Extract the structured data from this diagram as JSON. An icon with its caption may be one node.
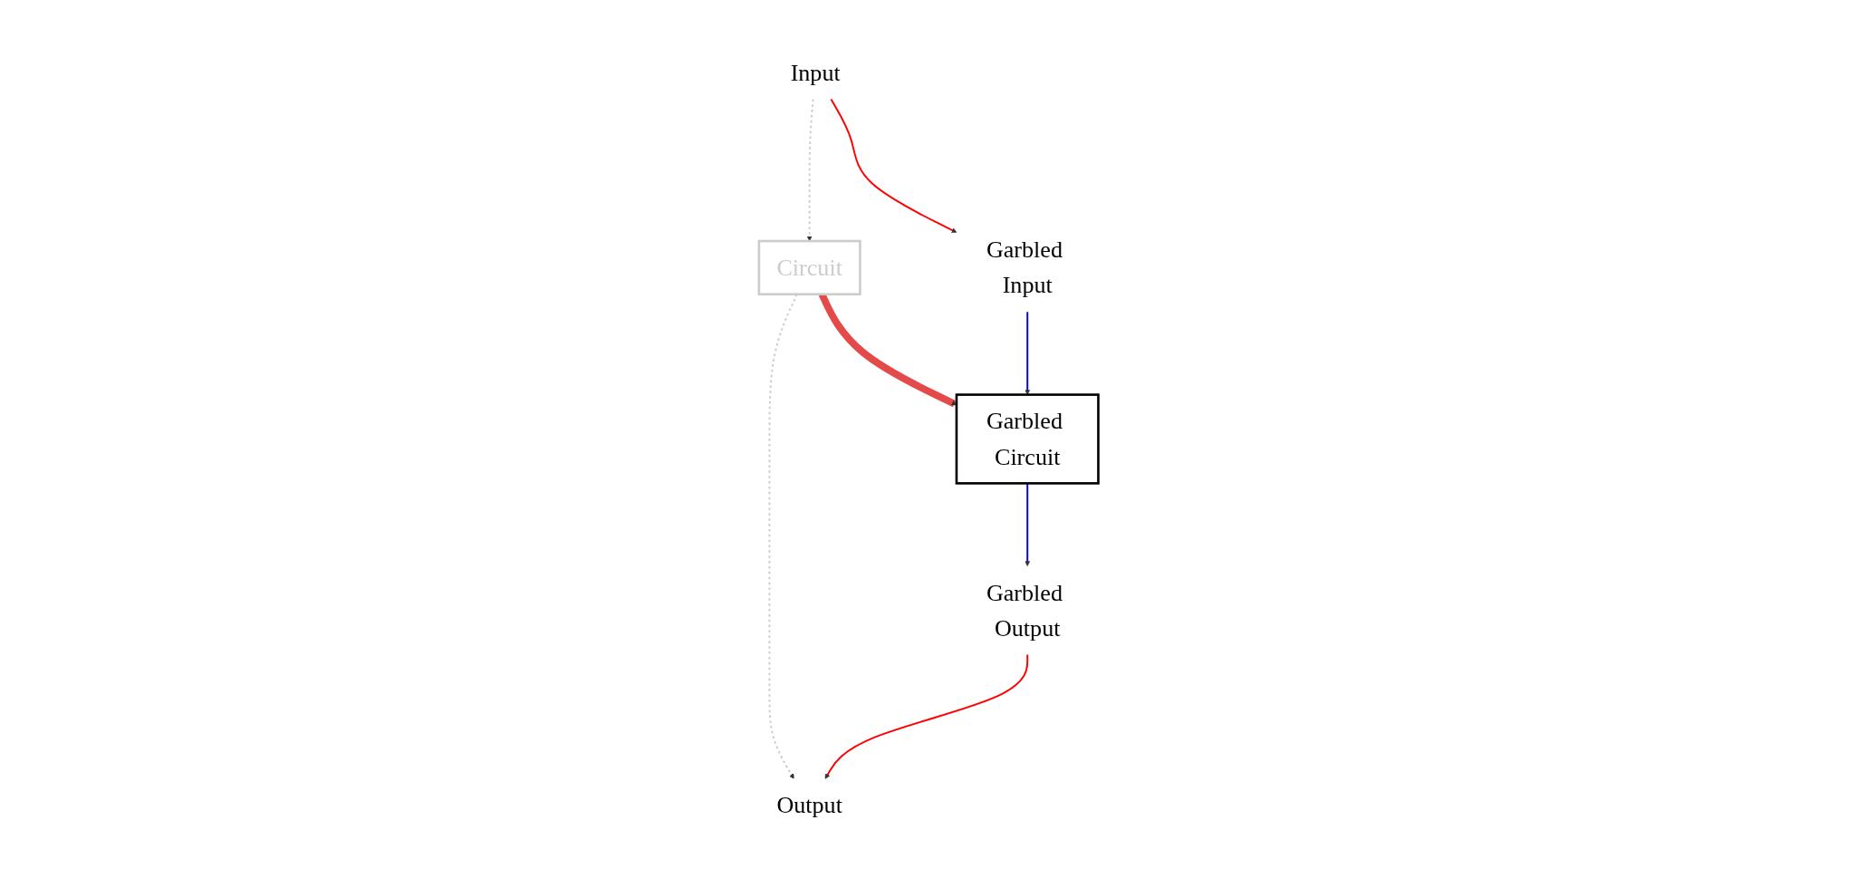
{
  "diagram": {
    "nodes": [
      {
        "text": [
          "Input"
        ]
      },
      {
        "text": [
          "Circuit"
        ]
      },
      {
        "text": [
          "Output"
        ]
      },
      {
        "text": [
          "Garbled Input"
        ]
      },
      {
        "text": [
          "Garbled Circuit"
        ]
      },
      {
        "text": [
          "Garbled Output"
        ]
      }
    ],
    "edges": [
      {
        "from": 0,
        "to": 1,
        "arrow": "to",
        "style": "dashed",
        "color": "#cccccc"
      },
      {
        "from": 1,
        "to": 2,
        "arrow": "to",
        "style": "dashed",
        "color": "#cccccc"
      },
      {
        "from": 0,
        "to": 3,
        "arrow": "to",
        "color": "#ff0000"
      },
      {
        "from": 1,
        "to": 4,
        "arrow": "to",
        "style": "thick",
        "color": "#e44a4a"
      },
      {
        "from": 3,
        "to": 4,
        "arrow": "to",
        "color": "#0000ff"
      },
      {
        "from": 4,
        "to": 5,
        "arrow": "to",
        "color": "#0000ff"
      },
      {
        "from": 5,
        "to": 2,
        "arrow": "to",
        "color": "#ff0000"
      }
    ]
  }
}
